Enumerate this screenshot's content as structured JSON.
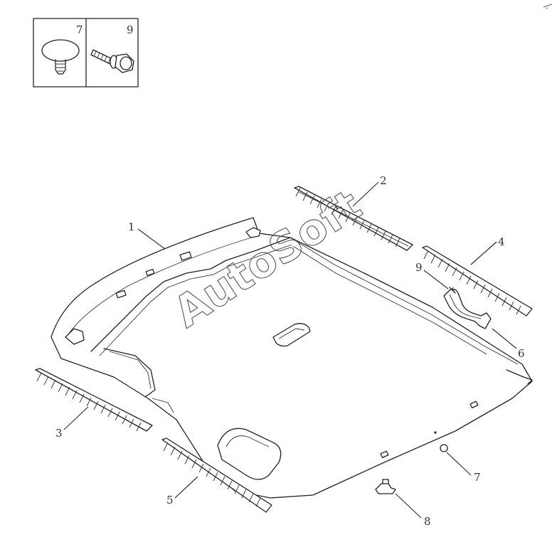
{
  "legend": {
    "items": [
      {
        "callout": "7"
      },
      {
        "callout": "9"
      }
    ]
  },
  "callouts": [
    "1",
    "2",
    "3",
    "4",
    "5",
    "6",
    "7",
    "8",
    "9"
  ],
  "watermark": "AutoSoft",
  "colors": {
    "ink": "#222222",
    "background": "#ffffff"
  }
}
